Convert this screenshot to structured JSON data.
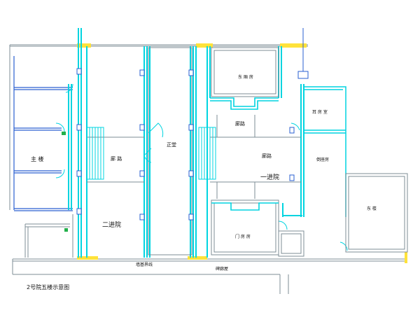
{
  "colors": {
    "wall_cyan": "#00d4e0",
    "wall_blue": "#2a5fd0",
    "wall_gray": "#7c8c96",
    "accent_yellow": "#ffe23a",
    "accent_green": "#22b04a",
    "text": "#111111"
  },
  "labels": {
    "main_room": "主 楼",
    "corridor_left": "廊 路",
    "center_hall": "正堂",
    "second_court": "二进院",
    "corridor_top": "廊路",
    "north_room": "东 厢 房",
    "corridor_right": "廊路",
    "first_court": "一进院",
    "side_room": "倒座房",
    "right_building": "东 楼",
    "south_room": "门 房 房",
    "small_room": "耳 房 室",
    "bottom_note_a": "碑廊屋",
    "bottom_note_b": "墙基界线",
    "caption": "2号院五楼示意图"
  }
}
